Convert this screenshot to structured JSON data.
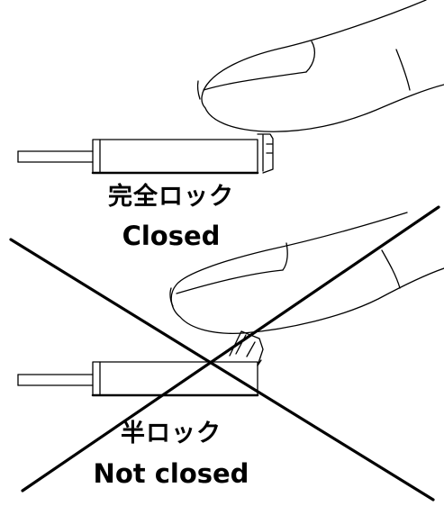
{
  "closed": {
    "label_ja": "完全ロック",
    "label_en": "Closed"
  },
  "not_closed": {
    "label_ja": "半ロック",
    "label_en": "Not closed"
  },
  "colors": {
    "stroke": "#000000",
    "background": "#ffffff"
  }
}
